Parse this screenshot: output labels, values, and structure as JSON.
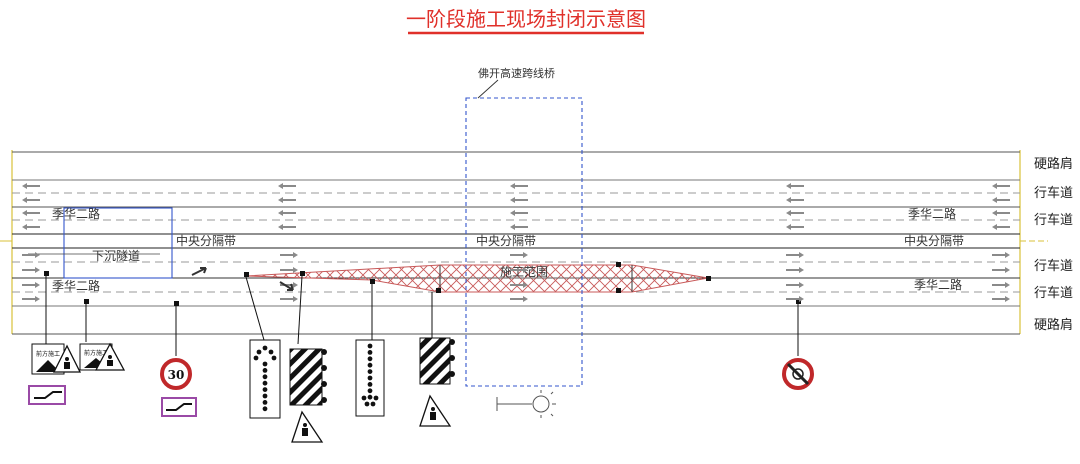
{
  "title": "一阶段施工现场封闭示意图",
  "bridge_label": "佛开高速跨线桥",
  "right_labels": {
    "shoulder_top": "硬路肩",
    "lane_1": "行车道",
    "lane_2": "行车道",
    "lane_3": "行车道",
    "lane_4": "行车道",
    "shoulder_bottom": "硬路肩"
  },
  "road_labels": {
    "jihua_upper_left": "季华二路",
    "jihua_upper_right": "季华二路",
    "jihua_lower_left": "季华二路",
    "jihua_lower_right": "季华二路",
    "tunnel": "下沉隧道",
    "median_left": "中央分隔带",
    "median_center": "中央分隔带",
    "median_right": "中央分隔带",
    "work_zone": "施工范围"
  },
  "signs": {
    "speed_limit": "30",
    "work_sign_text": "前方施工"
  },
  "colors": {
    "title_text": "#e0302a",
    "title_underline": "#e0302a",
    "road_edge": "#d8c23a",
    "lane_line": "#808080",
    "median_line": "#222222",
    "bridge_box": "#3355cc",
    "tunnel_box": "#3355cc",
    "work_zone_hatch": "#c85a5a",
    "arrow": "#8a8a8a",
    "sign_red": "#c0282a",
    "sign_purple": "#9a4aa6"
  }
}
